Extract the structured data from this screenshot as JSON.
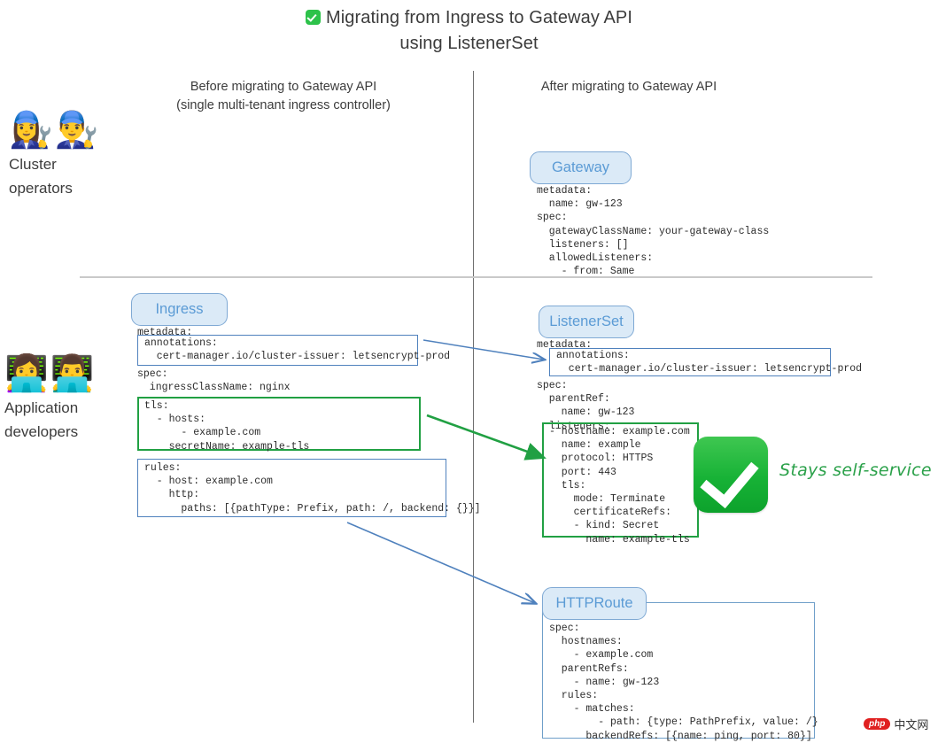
{
  "title": {
    "line1": "Migrating from Ingress to Gateway API",
    "line2": "using ListenerSet",
    "check_icon": "check-mark-button"
  },
  "columns": {
    "before": {
      "heading": "Before migrating to Gateway API",
      "subheading": "(single multi-tenant ingress controller)"
    },
    "after": {
      "heading": "After migrating to Gateway API"
    }
  },
  "personas": {
    "cluster_operators": {
      "faces": "👩‍🔧👨‍🔧",
      "line1": "Cluster",
      "line2": "operators"
    },
    "application_developers": {
      "faces": "👩‍💻👨‍💻",
      "line1": "Application",
      "line2": "developers"
    }
  },
  "resources": {
    "gateway": {
      "label": "Gateway",
      "yaml": "metadata:\n  name: gw-123\nspec:\n  gatewayClassName: your-gateway-class\n  listeners: []\n  allowedListeners:\n    - from: Same"
    },
    "ingress": {
      "label": "Ingress",
      "metadata_line": "metadata:",
      "annotations_block": "annotations:\n  cert-manager.io/cluster-issuer: letsencrypt-prod",
      "spec_block": "spec:\n  ingressClassName: nginx",
      "tls_block": "tls:\n  - hosts:\n      - example.com\n    secretName: example-tls",
      "rules_block": "rules:\n  - host: example.com\n    http:\n      paths: [{pathType: Prefix, path: /, backend: {}}]"
    },
    "listenerset": {
      "label": "ListenerSet",
      "metadata_line": "metadata:",
      "annotations_block": "annotations:\n  cert-manager.io/cluster-issuer: letsencrypt-prod",
      "spec_block": "spec:\n  parentRef:\n    name: gw-123\n  listeners:",
      "listeners_block": "- hostname: example.com\n  name: example\n  protocol: HTTPS\n  port: 443\n  tls:\n    mode: Terminate\n    certificateRefs:\n    - kind: Secret\n      name: example-tls"
    },
    "httproute": {
      "label": "HTTPRoute",
      "yaml": "spec:\n  hostnames:\n    - example.com\n  parentRefs:\n    - name: gw-123\n  rules:\n    - matches:\n        - path: {type: PathPrefix, value: /}\n      backendRefs: [{name: ping, port: 80}]"
    }
  },
  "annotations_overlay": {
    "self_service_note": "Stays self-service",
    "check_icon": "white-heavy-check-mark"
  },
  "watermark": {
    "badge": "php",
    "text": "中文网"
  },
  "colors": {
    "accent_blue": "#5b9bd5",
    "card_fill": "#dbeaf7",
    "highlight_green": "#21a043",
    "highlight_blue": "#4f81bd",
    "check_green": "#17b236",
    "divider_gray": "#6f6f6f",
    "text": "#3c3c3c"
  }
}
